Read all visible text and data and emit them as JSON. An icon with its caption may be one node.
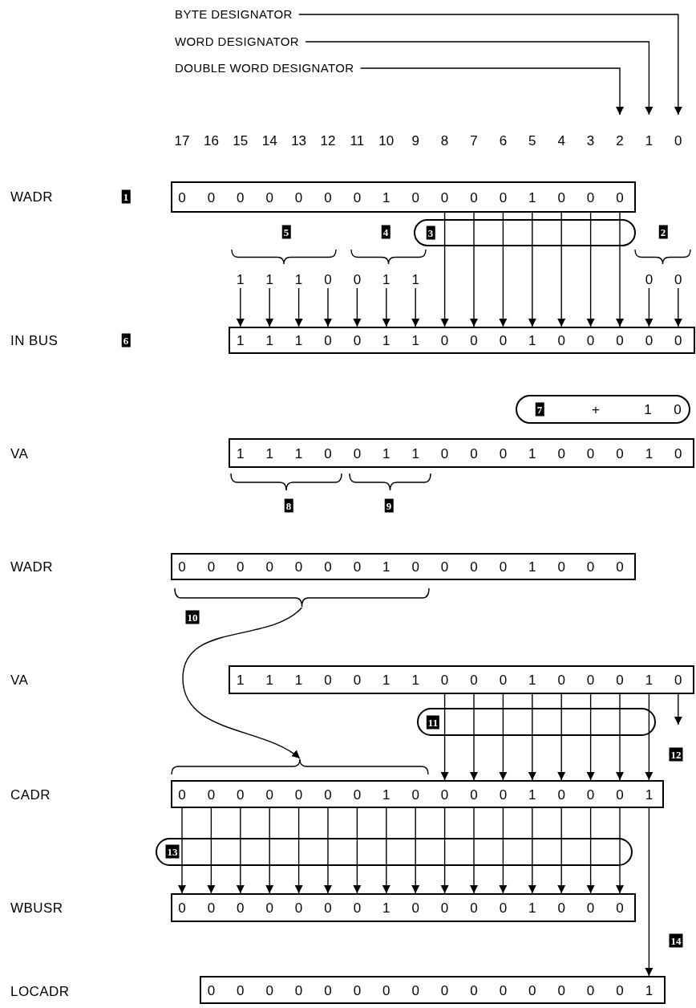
{
  "diagram": {
    "nodes": [
      {
        "text": [
          "BYTE DESIGNATOR"
        ]
      },
      {
        "text": [
          "WORD DESIGNATOR"
        ]
      },
      {
        "text": [
          "DOUBLE WORD DESIGNATOR"
        ]
      },
      {
        "text": [
          "0",
          "0",
          "0",
          "0",
          "0",
          "0",
          "0",
          "1",
          "0",
          "0",
          "0",
          "0",
          "1",
          "0",
          "0",
          "0"
        ]
      },
      {
        "text": [
          "1"
        ]
      },
      {
        "text": [
          "1"
        ]
      },
      {
        "text": [
          "1"
        ]
      },
      {
        "text": [
          "0"
        ]
      },
      {
        "text": [
          "0"
        ]
      },
      {
        "text": [
          "1"
        ]
      },
      {
        "text": [
          "1"
        ]
      },
      {
        "text": [
          "0"
        ]
      },
      {
        "text": [
          "0"
        ]
      },
      {
        "text": [
          "1",
          "1",
          "1",
          "0",
          "0",
          "1",
          "1",
          "0",
          "0",
          "0",
          "1",
          "0",
          "0",
          "0",
          "0",
          "0"
        ]
      },
      {
        "text": [
          "7",
          "+",
          "1",
          "0"
        ]
      },
      {
        "text": [
          "1",
          "1",
          "1",
          "0",
          "0",
          "1",
          "1",
          "0",
          "0",
          "0",
          "1",
          "0",
          "0",
          "0",
          "1",
          "0"
        ]
      },
      {
        "text": [
          "0",
          "0",
          "0",
          "0",
          "0",
          "0",
          "0",
          "1",
          "0",
          "0",
          "0",
          "0",
          "1",
          "0",
          "0",
          "0"
        ]
      },
      {
        "text": [],
        "shape": "brace",
        "beside": [
          "10"
        ]
      },
      {
        "text": [
          "1",
          "1",
          "1",
          "0",
          "0",
          "1",
          "1",
          "0",
          "0",
          "0",
          "1",
          "0",
          "0",
          "0",
          "1",
          "0"
        ]
      },
      {
        "text": [],
        "shape": "brace"
      },
      {
        "text": [
          "0",
          "0",
          "0",
          "0",
          "0",
          "0",
          "0",
          "1",
          "0",
          "0",
          "0",
          "0",
          "1",
          "0",
          "0",
          "0",
          "1"
        ]
      },
      {
        "text": [
          "0",
          "0",
          "0",
          "0",
          "0",
          "0",
          "0",
          "1",
          "0",
          "0",
          "0",
          "0",
          "1",
          "0",
          "0",
          "0"
        ]
      },
      {
        "text": [
          "0",
          "0",
          "0",
          "0",
          "0",
          "0",
          "0",
          "0",
          "0",
          "0",
          "0",
          "0",
          "0",
          "0",
          "0",
          "1"
        ]
      }
    ],
    "edges": [
      {
        "from": 0,
        "to": null,
        "arrow": "to"
      },
      {
        "from": 1,
        "to": null,
        "arrow": "to"
      },
      {
        "from": 2,
        "to": null,
        "arrow": "to"
      },
      {
        "from": 4,
        "to": 13,
        "arrow": "to"
      },
      {
        "from": 5,
        "to": 13,
        "arrow": "to"
      },
      {
        "from": 6,
        "to": 13,
        "arrow": "to"
      },
      {
        "from": 7,
        "to": 13,
        "arrow": "to"
      },
      {
        "from": 8,
        "to": 13,
        "arrow": "to"
      },
      {
        "from": 9,
        "to": 13,
        "arrow": "to"
      },
      {
        "from": 10,
        "to": 13,
        "arrow": "to"
      },
      {
        "from": 11,
        "to": 13,
        "arrow": "to"
      },
      {
        "from": 12,
        "to": 13,
        "arrow": "to"
      },
      {
        "from": 3,
        "to": 13,
        "arrow": "to"
      },
      {
        "from": 3,
        "to": 13,
        "arrow": "to"
      },
      {
        "from": 3,
        "to": 13,
        "arrow": "to"
      },
      {
        "from": 3,
        "to": 13,
        "arrow": "to"
      },
      {
        "from": 3,
        "to": 13,
        "arrow": "to"
      },
      {
        "from": 3,
        "to": 13,
        "arrow": "to"
      },
      {
        "from": 3,
        "to": 13,
        "arrow": "to"
      },
      {
        "from": 17,
        "to": 19,
        "arrow": "to"
      },
      {
        "from": 18,
        "to": 20,
        "arrow": "to"
      },
      {
        "from": 18,
        "to": 20,
        "arrow": "to"
      },
      {
        "from": 18,
        "to": 20,
        "arrow": "to"
      },
      {
        "from": 18,
        "to": 20,
        "arrow": "to"
      },
      {
        "from": 18,
        "to": 20,
        "arrow": "to"
      },
      {
        "from": 18,
        "to": 20,
        "arrow": "to"
      },
      {
        "from": 18,
        "to": 20,
        "arrow": "to"
      },
      {
        "from": 18,
        "to": 20,
        "arrow": "to"
      },
      {
        "from": 18,
        "to": null,
        "arrow": "to"
      },
      {
        "from": 20,
        "to": 21,
        "arrow": "to"
      },
      {
        "from": 20,
        "to": 21,
        "arrow": "to"
      },
      {
        "from": 20,
        "to": 21,
        "arrow": "to"
      },
      {
        "from": 20,
        "to": 21,
        "arrow": "to"
      },
      {
        "from": 20,
        "to": 21,
        "arrow": "to"
      },
      {
        "from": 20,
        "to": 21,
        "arrow": "to"
      },
      {
        "from": 20,
        "to": 21,
        "arrow": "to"
      },
      {
        "from": 20,
        "to": 21,
        "arrow": "to"
      },
      {
        "from": 20,
        "to": 21,
        "arrow": "to"
      },
      {
        "from": 20,
        "to": 21,
        "arrow": "to"
      },
      {
        "from": 20,
        "to": 21,
        "arrow": "to"
      },
      {
        "from": 20,
        "to": 21,
        "arrow": "to"
      },
      {
        "from": 20,
        "to": 21,
        "arrow": "to"
      },
      {
        "from": 20,
        "to": 21,
        "arrow": "to"
      },
      {
        "from": 20,
        "to": 21,
        "arrow": "to"
      },
      {
        "from": 20,
        "to": 21,
        "arrow": "to"
      },
      {
        "from": 20,
        "to": 22,
        "arrow": "to"
      }
    ],
    "labels": [
      "17",
      "16",
      "15",
      "14",
      "13",
      "12",
      "11",
      "10",
      "9",
      "8",
      "7",
      "6",
      "5",
      "4",
      "3",
      "2",
      "1",
      "0",
      "WADR",
      "1",
      "5",
      "4",
      "3",
      "2",
      "IN BUS",
      "6",
      "VA",
      "8",
      "9",
      "WADR",
      "VA",
      "11",
      "12",
      "CADR",
      "13",
      "WBUSR",
      "14",
      "LOCADR"
    ]
  }
}
